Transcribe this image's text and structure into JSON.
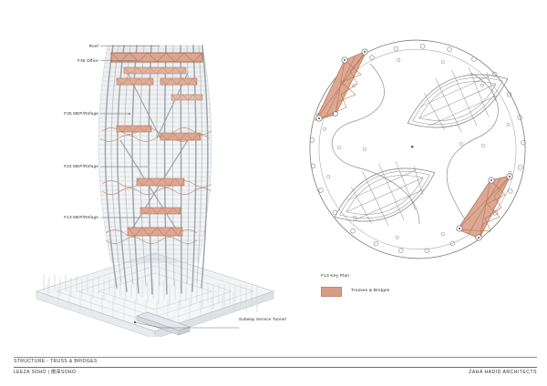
{
  "footer": {
    "title": "STRUCTURE - TRUSS & BRIDGES",
    "project": "LEEZA SOHO | 丽泽SOHO",
    "office": "ZAHA HADID ARCHITECTS"
  },
  "tower": {
    "annotations": [
      {
        "id": "roof",
        "label": "Roof"
      },
      {
        "id": "f45",
        "label": "F45 Office"
      },
      {
        "id": "f35",
        "label": "F35 MEP/Refuge"
      },
      {
        "id": "f24",
        "label": "F24 MEP/Refuge"
      },
      {
        "id": "f13",
        "label": "F13 MEP/Refuge"
      },
      {
        "id": "subway",
        "label": "Subway Service Tunnel"
      }
    ]
  },
  "keyplan": {
    "title": "F13 Key Plan",
    "legend_label": "Trusses & Bridges"
  },
  "colors": {
    "truss": "#d89c86",
    "truss_line": "#b4765c",
    "column": "#9aa3ab",
    "plan_line": "#7b7b7b",
    "text": "#2e2e2e"
  }
}
